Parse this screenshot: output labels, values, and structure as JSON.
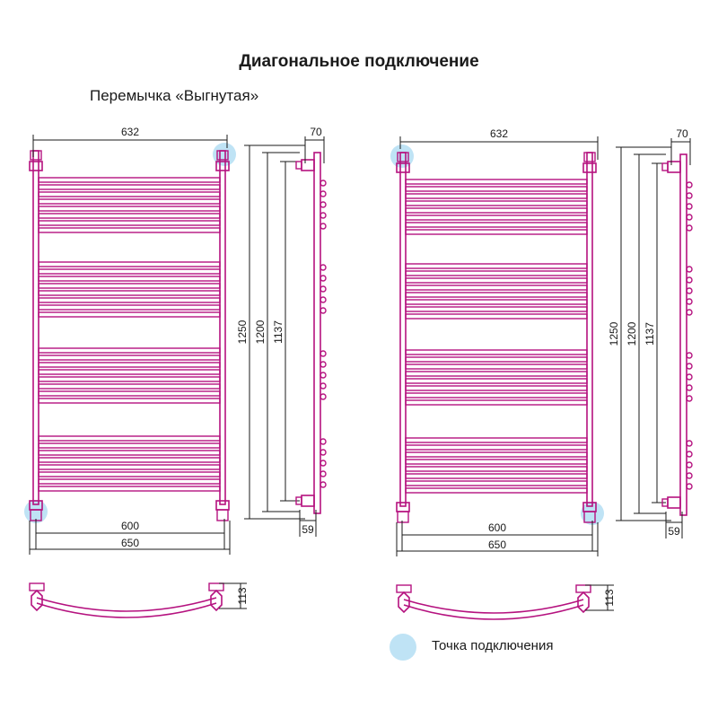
{
  "title": "Диагональное подключение",
  "subtitle": "Перемычка «Выгнутая»",
  "colors": {
    "radiator": "#b5127f",
    "dimension": "#1a1a1a",
    "connection_point": "#bfe3f5"
  },
  "dimensions": {
    "width_top": "632",
    "depth_top": "70",
    "height_total": "1250",
    "height_mid": "1200",
    "height_axis": "1137",
    "axis_distance": "600",
    "width_bottom": "650",
    "depth_bottom": "59",
    "bend_depth": "113"
  },
  "legend": {
    "icon": "connection-point-circle",
    "label": "Точка подключения"
  }
}
